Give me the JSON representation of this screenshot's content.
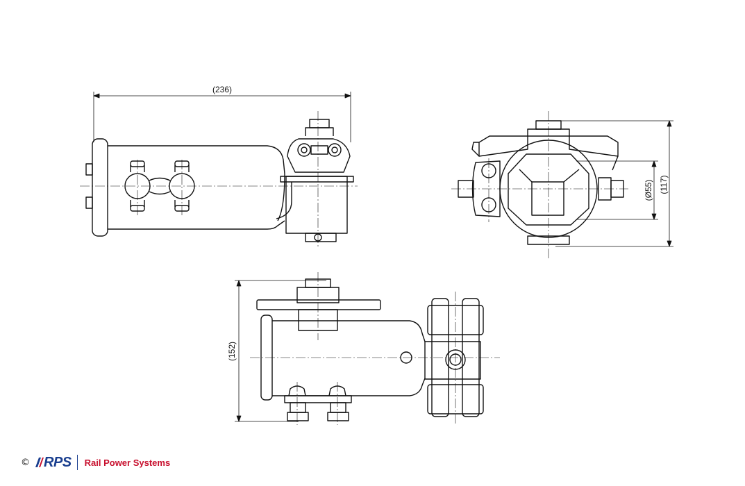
{
  "dimensions": {
    "width_label": "(236)",
    "height_label": "(117)",
    "diameter_label": "(Ø55)",
    "length_label": "(152)"
  },
  "footer": {
    "copyright": "©",
    "logo_text": "RPS",
    "company_name": "Rail Power Systems",
    "colors": {
      "logo": "#1a3f8f",
      "company": "#c8102e"
    }
  }
}
